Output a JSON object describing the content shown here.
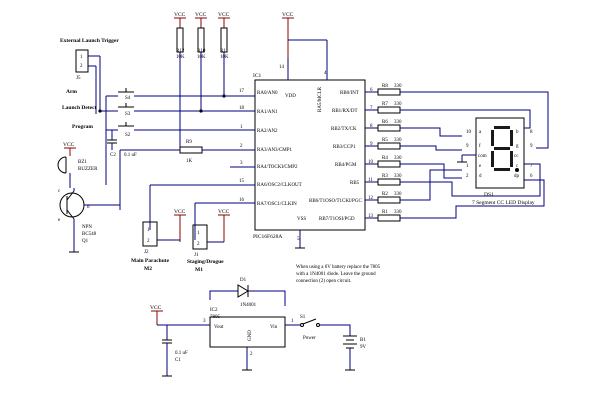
{
  "colors": {
    "wire": "#000080",
    "outline": "#000000",
    "power": "#8b0000",
    "background": "#ffffff"
  },
  "power": {
    "vcc": "VCC"
  },
  "switches": {
    "ext_trigger": "External Launch Trigger",
    "j5": "J5",
    "arm": "Arm",
    "s4": "S4",
    "launch": "Launch Detect",
    "s3": "S3",
    "program": "Program",
    "s2": "S2"
  },
  "resistors": {
    "r12": "R12",
    "r12_v": "10K",
    "r10": "R10",
    "r10_v": "10K",
    "r11": "R11",
    "r11_v": "10K",
    "r9": "R9",
    "r9_v": "1K"
  },
  "cap_c2": {
    "ref": "C2",
    "value": "0.1 uF"
  },
  "buzzer": {
    "ref": "BZ1",
    "name": "BUZZER"
  },
  "transistor": {
    "type": "NPN",
    "part": "BC548",
    "ref": "Q1",
    "c": "c",
    "b": "b",
    "e": "e"
  },
  "chip": {
    "ref": "IC1",
    "part": "PIC16F628A",
    "vdd": "VDD",
    "vdd_pin": "14",
    "vss": "VSS",
    "vss_pin": "5",
    "mclr": "RA5/MCLR",
    "mclr_pin": "4",
    "left_pins": [
      {
        "name": "RA0/AN0",
        "num": "17"
      },
      {
        "name": "RA1/AN1",
        "num": "18"
      },
      {
        "name": "RA2/AN2",
        "num": "1"
      },
      {
        "name": "RA3/AN3/CMP1",
        "num": "2"
      },
      {
        "name": "RA4/TOCKI/CMP2",
        "num": "3"
      },
      {
        "name": "RA6/OSC2/CLKOUT",
        "num": "15"
      },
      {
        "name": "RA7/OSC1/CLKIN",
        "num": "16"
      }
    ],
    "right_pins": [
      {
        "name": "RB0/INT",
        "num": "6"
      },
      {
        "name": "RB1/RX/DT",
        "num": "7"
      },
      {
        "name": "RB2/TX/CK",
        "num": "8"
      },
      {
        "name": "RB3/CCP1",
        "num": "9"
      },
      {
        "name": "RB4/PGM",
        "num": "10"
      },
      {
        "name": "RB5",
        "num": "11"
      },
      {
        "name": "RB6/T1OSO/T1CKI/PGC",
        "num": "12"
      },
      {
        "name": "RB7/T1OSI/PGD",
        "num": "13"
      }
    ]
  },
  "seg_resistors": [
    {
      "ref": "R8",
      "value": "330"
    },
    {
      "ref": "R7",
      "value": "330"
    },
    {
      "ref": "R6",
      "value": "330"
    },
    {
      "ref": "R5",
      "value": "330"
    },
    {
      "ref": "R4",
      "value": "330"
    },
    {
      "ref": "R3",
      "value": "330"
    },
    {
      "ref": "R2",
      "value": "330"
    },
    {
      "ref": "R1",
      "value": "330"
    }
  ],
  "display": {
    "ref": "DS1",
    "name": "7 Segment CC LED Display",
    "left_pins": [
      {
        "letter": "a",
        "num": "10"
      },
      {
        "letter": "f",
        "num": "9"
      },
      {
        "letter": "com",
        "num": ""
      },
      {
        "letter": "e",
        "num": "1"
      },
      {
        "letter": "d",
        "num": "2"
      }
    ],
    "right_pins": [
      {
        "letter": "b",
        "num": "8"
      },
      {
        "letter": "g",
        "num": "9"
      },
      {
        "letter": "cc",
        "num": ""
      },
      {
        "letter": "c",
        "num": "7"
      },
      {
        "letter": "dp",
        "num": "6"
      }
    ]
  },
  "connectors": {
    "j2": "J2",
    "main_chute": "Main Parachute",
    "m2": "M2",
    "j1": "J1",
    "staging": "Staging/Drogue",
    "m1": "M1",
    "pin1": "1",
    "pin2": "2",
    "pin3": "3"
  },
  "diode": {
    "ref": "D1",
    "part": "1N4001"
  },
  "note": [
    "When using a 6V battery replace the 7805",
    "with a 1N4001 diode. Leave the ground",
    "connection (2) open circuit."
  ],
  "regulator": {
    "ref": "IC2",
    "part": "7805",
    "vout": "Vout",
    "vin": "Vin",
    "gnd": "GND",
    "p1": "1",
    "p2": "2",
    "p3": "3"
  },
  "cap_c1": {
    "ref": "C1",
    "value": "0.1 uF"
  },
  "switch_s1": {
    "ref": "S1",
    "label": "Power"
  },
  "battery": {
    "ref": "B1",
    "value": "9V"
  }
}
